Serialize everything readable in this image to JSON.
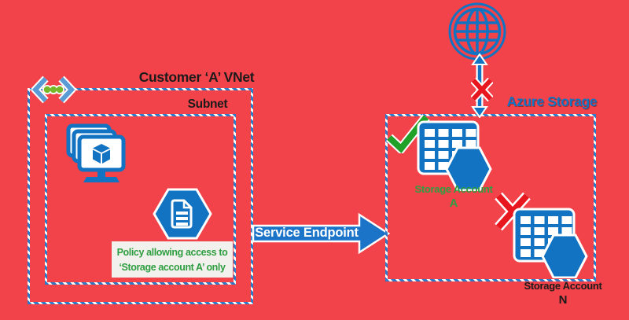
{
  "colors": {
    "background": "#F2424A",
    "azure_blue": "#1273C3",
    "arrow_blue": "#1B74C8",
    "light_blue": "#5B9BD5",
    "dot_green": "#76B82A",
    "green_text": "#2E9E40",
    "check_green": "#21A127",
    "cross_red": "#E8161E",
    "dash_blue": "#2E7AC6"
  },
  "vnet": {
    "title": "Customer ‘A’ VNet",
    "subnet_label": "Subnet"
  },
  "policy": {
    "line1": "Policy allowing access to",
    "line2": "‘Storage account A’ only"
  },
  "service_endpoint": {
    "label": "Service Endpoint"
  },
  "azure_storage": {
    "title": "Azure Storage",
    "account_a": {
      "label": "Storage Account",
      "letter": "A",
      "status": "allowed"
    },
    "account_n": {
      "label": "Storage Account",
      "letter": "N",
      "status": "denied"
    }
  },
  "icons": {
    "vnet": "vnet-chevrons-dots-icon",
    "vm": "virtual-machines-icon",
    "policy": "policy-document-hexagon-icon",
    "globe": "internet-globe-icon",
    "internet_link": "bidirectional-arrow-icon",
    "blocked": "cross-icon",
    "allowed": "checkmark-icon",
    "storage": "storage-table-hexagon-icon",
    "service_endpoint": "service-endpoint-arrow"
  }
}
